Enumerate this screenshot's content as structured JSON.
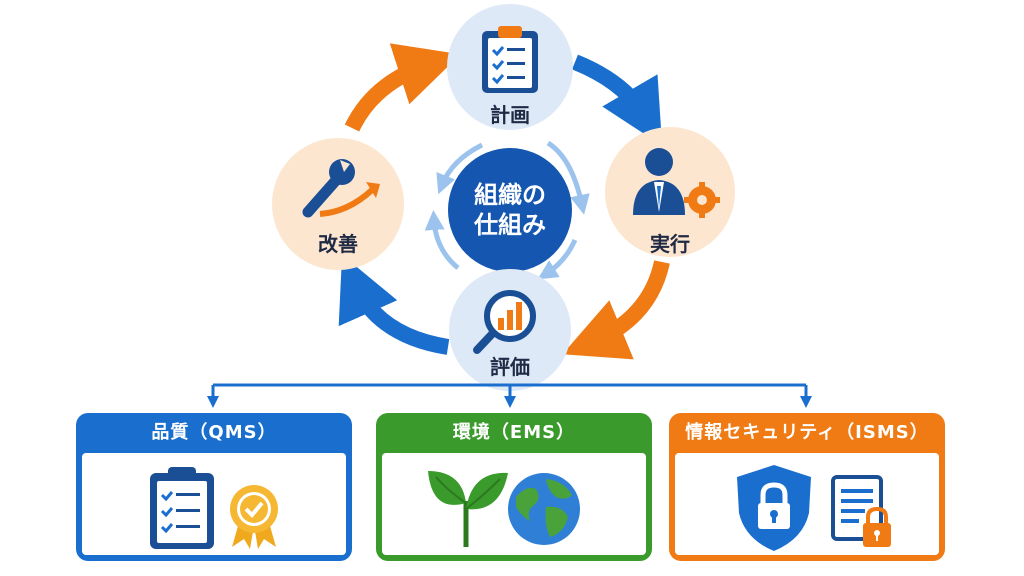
{
  "cycle": {
    "center_label_line1": "組織の",
    "center_label_line2": "仕組み",
    "nodes": {
      "plan": {
        "label": "計画",
        "icon": "clipboard-checklist-icon"
      },
      "do": {
        "label": "実行",
        "icon": "person-gear-icon"
      },
      "check": {
        "label": "評価",
        "icon": "magnifier-chart-icon"
      },
      "act": {
        "label": "改善",
        "icon": "wrench-arrow-icon"
      }
    }
  },
  "systems": [
    {
      "title": "品質（QMS）",
      "icons": [
        "clipboard-checklist-icon",
        "award-medal-icon"
      ],
      "color": "#1a6fce"
    },
    {
      "title": "環境（EMS）",
      "icons": [
        "sprout-icon",
        "globe-icon"
      ],
      "color": "#3a9a2b"
    },
    {
      "title": "情報セキュリティ（ISMS）",
      "icons": [
        "shield-lock-icon",
        "document-lock-icon"
      ],
      "color": "#f07a14"
    }
  ],
  "colors": {
    "blue": "#1a6fce",
    "orange": "#f07a14",
    "green": "#3a9a2b",
    "node_blue_bg": "#dde9f7",
    "node_orange_bg": "#fde6cf",
    "center": "#1557b0"
  }
}
